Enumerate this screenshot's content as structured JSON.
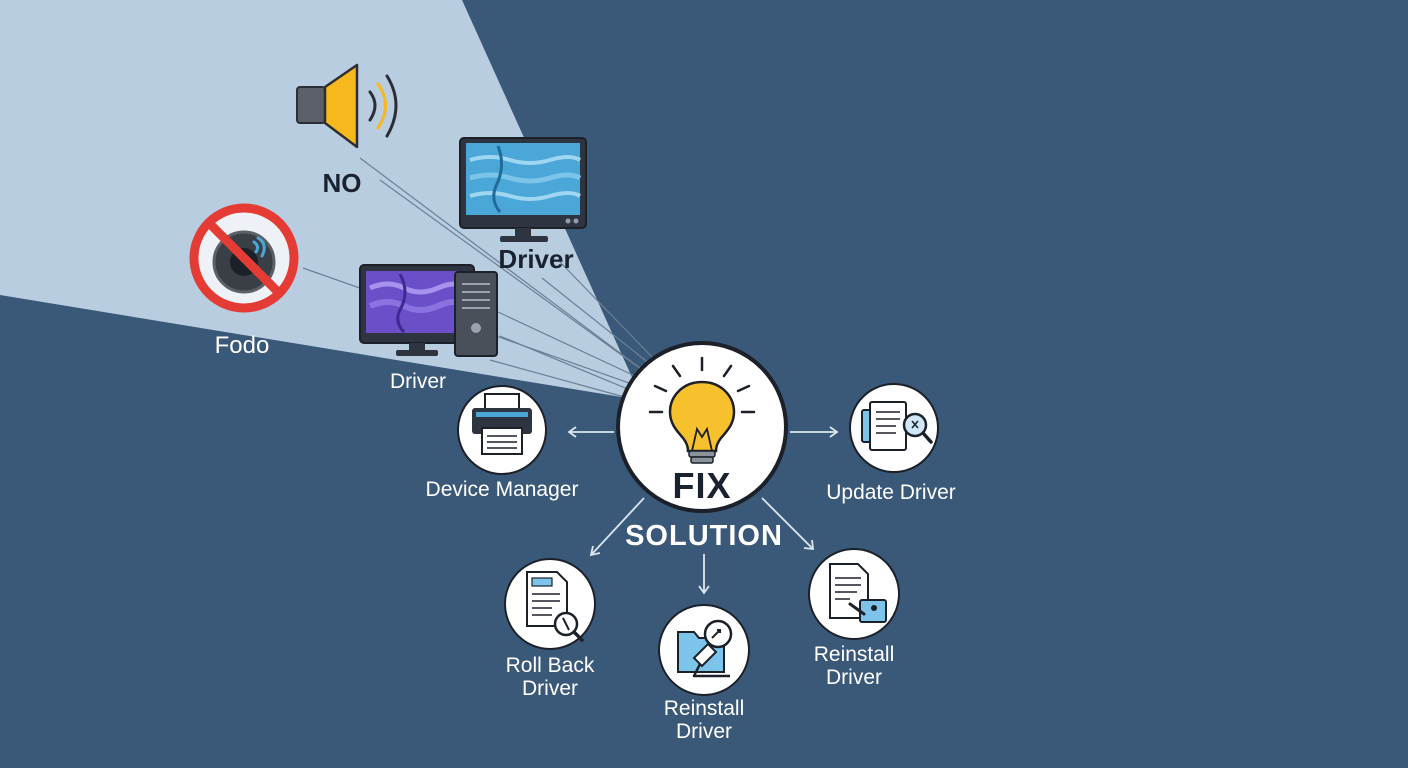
{
  "hub": {
    "title": "FIX",
    "caption": "SOLUTION",
    "icon": "lightbulb-icon"
  },
  "problems": [
    {
      "label": "NO",
      "icon": "speaker-icon"
    },
    {
      "label": "Driver",
      "icon": "monitor-icon"
    },
    {
      "label": "Fodo",
      "icon": "no-audio-icon"
    },
    {
      "label": "Driver",
      "icon": "desktop-computer-icon"
    }
  ],
  "solutions": [
    {
      "label": "Device Manager",
      "icon": "printer-icon"
    },
    {
      "label": "Update Driver",
      "icon": "document-search-icon"
    },
    {
      "label_line1": "Roll Back",
      "label_line2": "Driver",
      "icon": "document-rollback-icon"
    },
    {
      "label_line1": "Reinstall",
      "label_line2": "Driver",
      "icon": "folder-install-icon"
    },
    {
      "label_line1": "Reinstall",
      "label_line2": "Driver",
      "icon": "document-install-icon"
    }
  ],
  "colors": {
    "background": "#3a5878",
    "highlight": "#b9cde0",
    "accent_yellow": "#f6b81c",
    "prohibit_red": "#e43b34",
    "screen_blue": "#4aa7d8",
    "screen_purple": "#6b4fc8"
  }
}
